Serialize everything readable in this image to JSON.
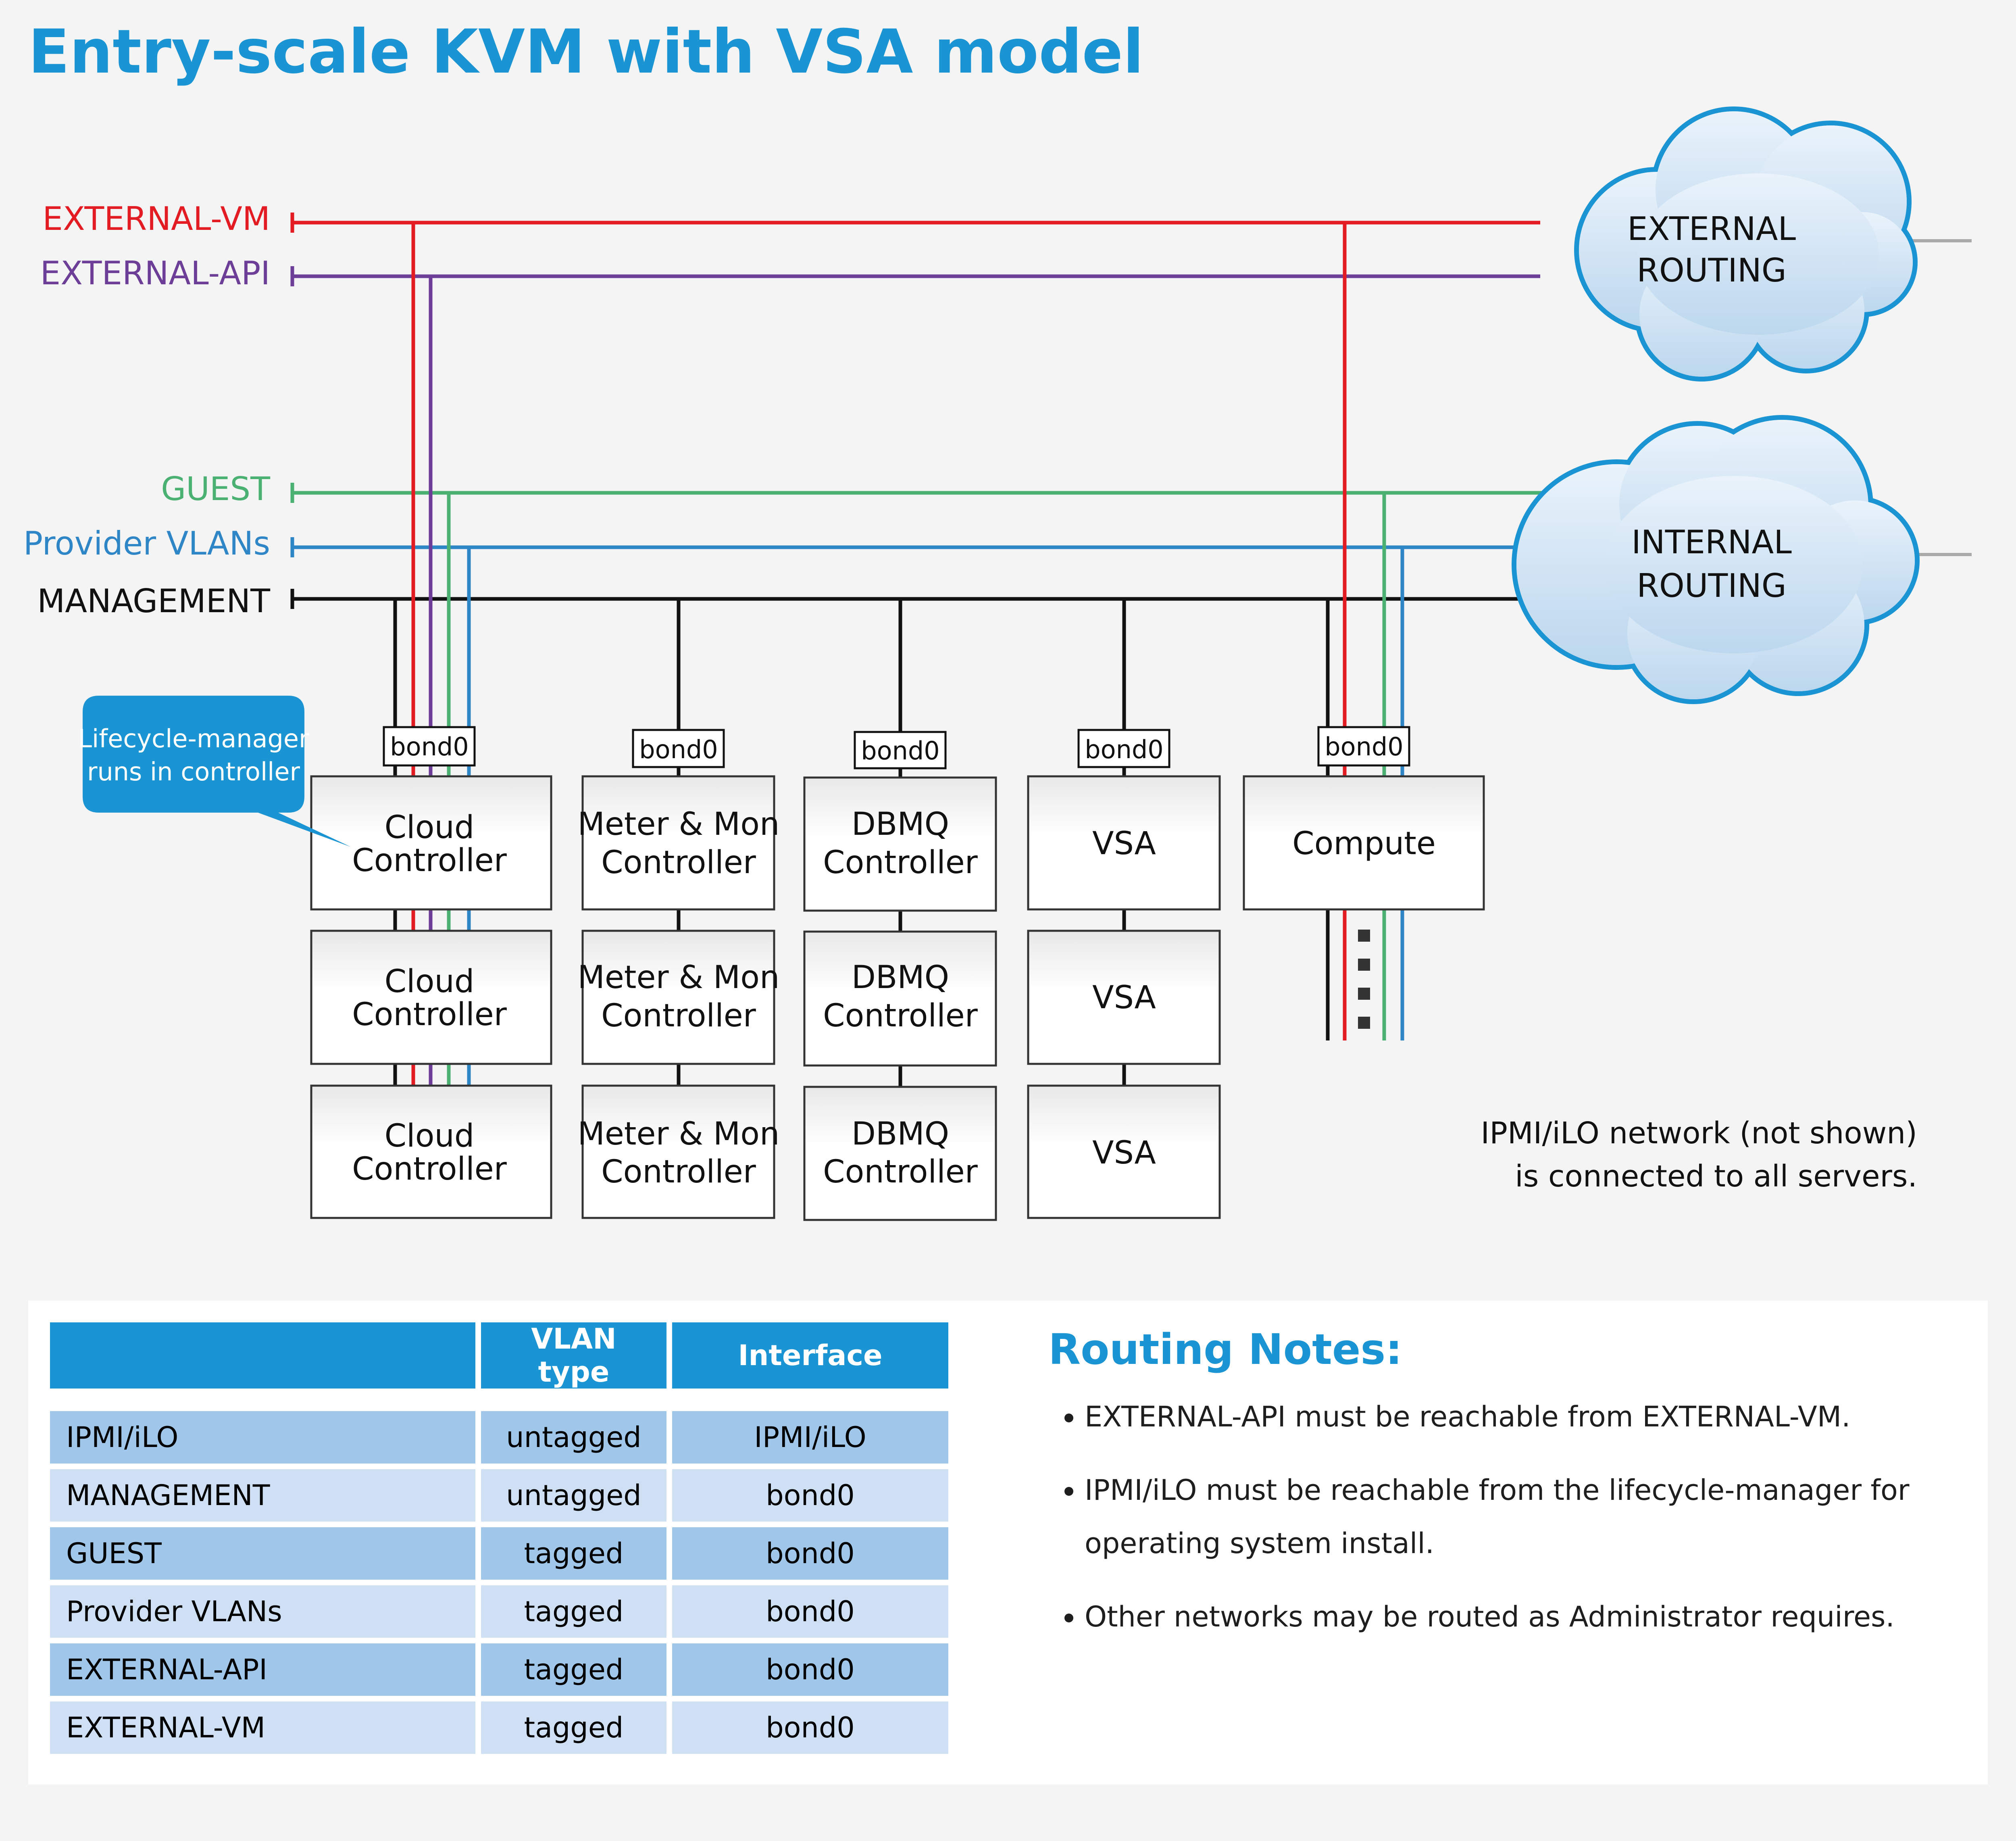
{
  "title": "Entry-scale KVM with VSA model",
  "colors": {
    "title": "#1a94d2",
    "external_vm": "#e31b23",
    "external_api": "#6d3e97",
    "guest": "#4bb173",
    "provider_vlans": "#2f86c6",
    "management": "#111111",
    "cloud_fill": "#d6e7f6",
    "cloud_stroke": "#1a94d2"
  },
  "networks": {
    "external_vm": "EXTERNAL-VM",
    "external_api": "EXTERNAL-API",
    "guest": "GUEST",
    "provider_vlans": "Provider VLANs",
    "management": "MANAGEMENT"
  },
  "clouds": {
    "external": [
      "EXTERNAL",
      "ROUTING"
    ],
    "internal": [
      "INTERNAL",
      "ROUTING"
    ]
  },
  "bond_label": "bond0",
  "callout": [
    "Lifecycle-manager",
    "runs in controller"
  ],
  "servers": {
    "cloud_controller": [
      "Cloud",
      "Controller"
    ],
    "meter_mon": [
      "Meter & Mon",
      "Controller"
    ],
    "dbmq": [
      "DBMQ",
      "Controller"
    ],
    "vsa": "VSA",
    "compute": "Compute"
  },
  "ipmi_note": [
    "IPMI/iLO network (not shown)",
    "is connected to all servers."
  ],
  "table": {
    "headers": [
      "",
      "VLAN type",
      "Interface"
    ],
    "rows": [
      [
        "IPMI/iLO",
        "untagged",
        "IPMI/iLO"
      ],
      [
        "MANAGEMENT",
        "untagged",
        "bond0"
      ],
      [
        "GUEST",
        "tagged",
        "bond0"
      ],
      [
        "Provider VLANs",
        "tagged",
        "bond0"
      ],
      [
        "EXTERNAL-API",
        "tagged",
        "bond0"
      ],
      [
        "EXTERNAL-VM",
        "tagged",
        "bond0"
      ]
    ]
  },
  "routing_notes": {
    "title": "Routing Notes:",
    "items": [
      "EXTERNAL-API must be reachable from EXTERNAL-VM.",
      "IPMI/iLO must be reachable from the lifecycle-manager for operating system install.",
      "Other networks may be routed as Administrator requires."
    ]
  }
}
